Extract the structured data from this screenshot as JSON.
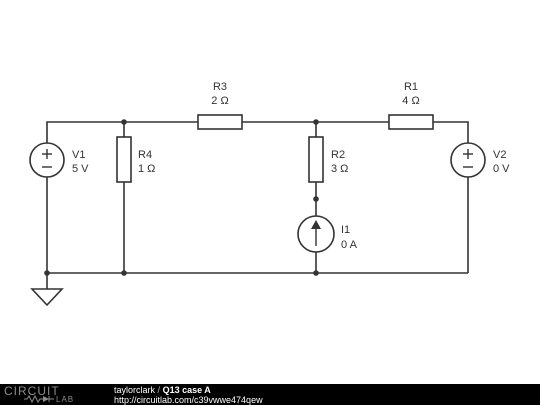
{
  "components": {
    "v1": {
      "name": "V1",
      "value": "5 V"
    },
    "v2": {
      "name": "V2",
      "value": "0 V"
    },
    "r1": {
      "name": "R1",
      "value": "4 Ω"
    },
    "r2": {
      "name": "R2",
      "value": "3 Ω"
    },
    "r3": {
      "name": "R3",
      "value": "2 Ω"
    },
    "r4": {
      "name": "R4",
      "value": "1 Ω"
    },
    "i1": {
      "name": "I1",
      "value": "0 A"
    }
  },
  "footer": {
    "logo_main": "CIRCUIT",
    "logo_sub": "LAB",
    "author": "taylorclark",
    "separator": "/",
    "title": "Q13 case A",
    "url": "http://circuitlab.com/c39vwwe474qew"
  }
}
